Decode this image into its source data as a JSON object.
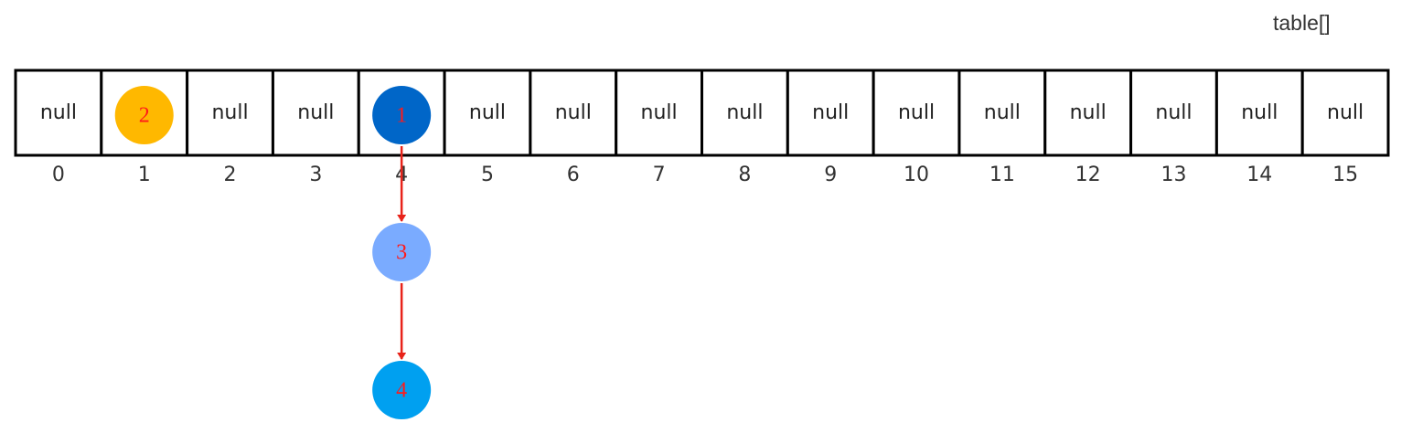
{
  "title": "table[]",
  "table": {
    "cells": [
      "null",
      "",
      "null",
      "null",
      "",
      "null",
      "null",
      "null",
      "null",
      "null",
      "null",
      "null",
      "null",
      "null",
      "null",
      "null"
    ],
    "indices": [
      "0",
      "1",
      "2",
      "3",
      "4",
      "5",
      "6",
      "7",
      "8",
      "9",
      "10",
      "11",
      "12",
      "13",
      "14",
      "15"
    ]
  },
  "nodes": [
    {
      "label": "2",
      "slot": 1,
      "depth": 0,
      "color": "#FFB800"
    },
    {
      "label": "1",
      "slot": 4,
      "depth": 0,
      "color": "#0066C8"
    },
    {
      "label": "3",
      "slot": 4,
      "depth": 1,
      "color": "#7AABFF"
    },
    {
      "label": "4",
      "slot": 4,
      "depth": 2,
      "color": "#00A0F0"
    }
  ],
  "links": [
    {
      "from": "1",
      "to": "3"
    },
    {
      "from": "3",
      "to": "4"
    }
  ],
  "colors": {
    "border": "#000000",
    "arrow": "#E8231A",
    "node_label": "#FF1A1A"
  }
}
